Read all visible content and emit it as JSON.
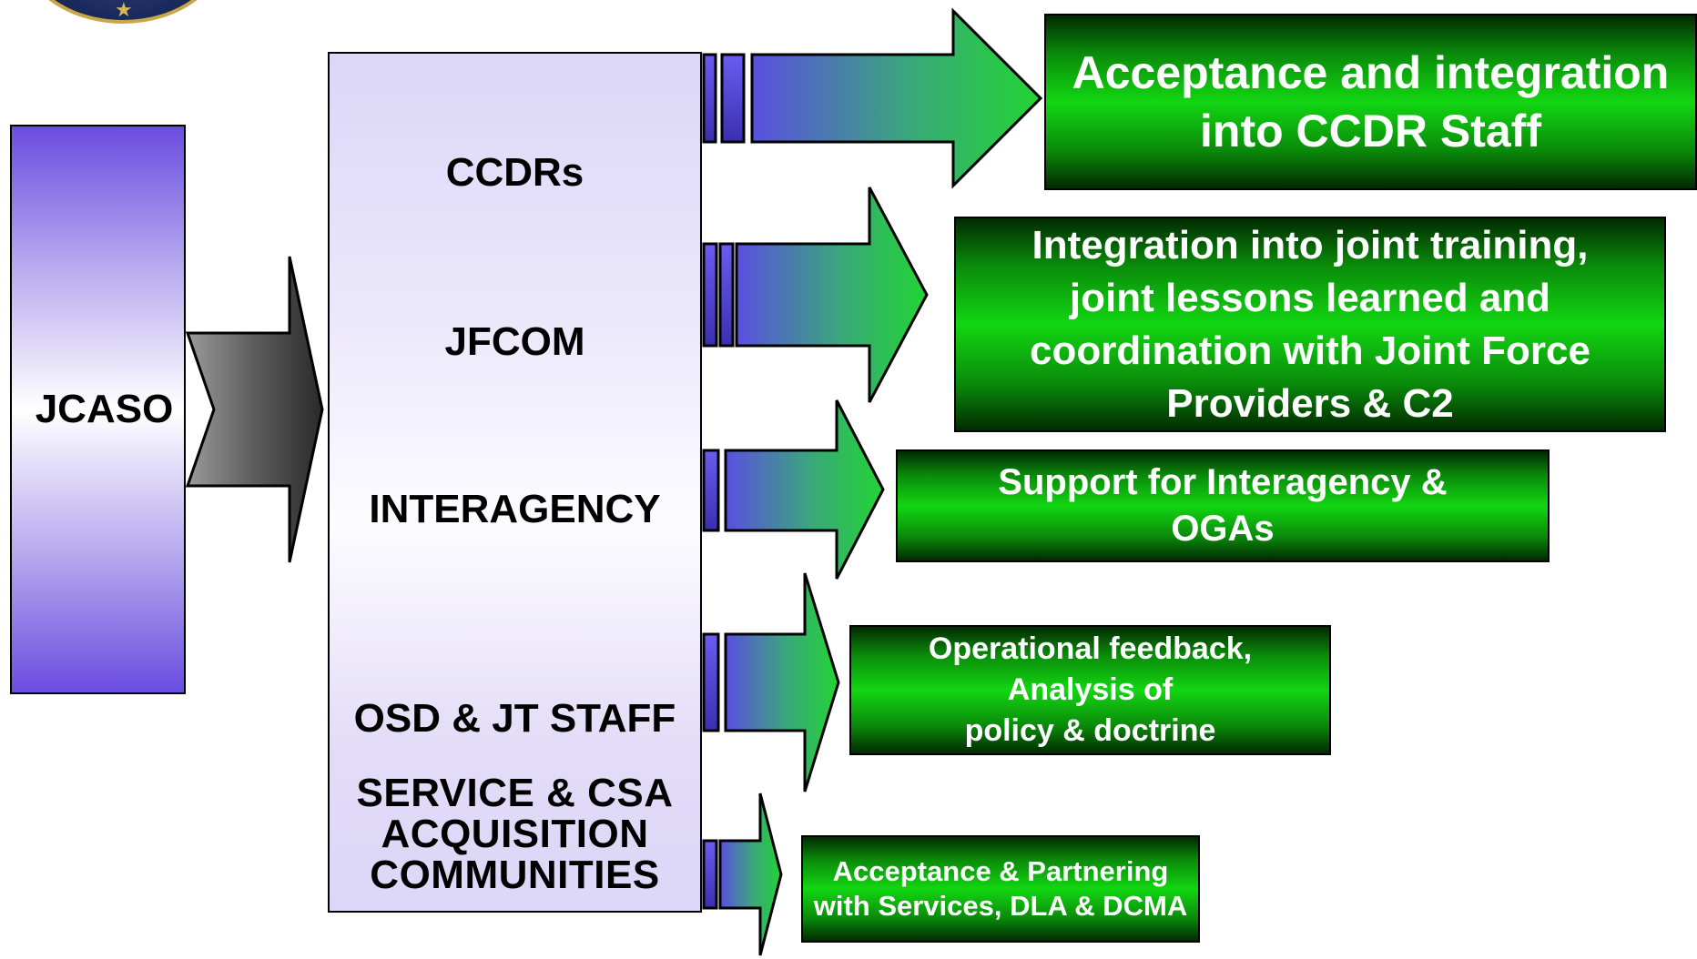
{
  "root": {
    "label": "JCASO"
  },
  "stakeholders": [
    {
      "label": "CCDRs"
    },
    {
      "label": "JFCOM"
    },
    {
      "label": "INTERAGENCY"
    },
    {
      "label": "OSD & JT STAFF"
    },
    {
      "label": "SERVICE & CSA\nACQUISITION\nCOMMUNITIES"
    }
  ],
  "outcomes": [
    {
      "text": "Acceptance and integration\ninto CCDR Staff"
    },
    {
      "text": "Integration into joint training,\njoint lessons learned and\ncoordination with Joint Force\nProviders & C2"
    },
    {
      "text": "Support for Interagency &\nOGAs"
    },
    {
      "text": "Operational feedback,\nAnalysis of\npolicy & doctrine"
    },
    {
      "text": "Acceptance & Partnering\nwith Services, DLA & DCMA"
    }
  ],
  "colors": {
    "root_gradient_dark": "#6a4de0",
    "arrow_gray": "#505050",
    "arrow_blue": "#5a4fe0",
    "arrow_green": "#22cc33",
    "outcome_green": "#12d612",
    "outcome_text": "#ffffff"
  }
}
